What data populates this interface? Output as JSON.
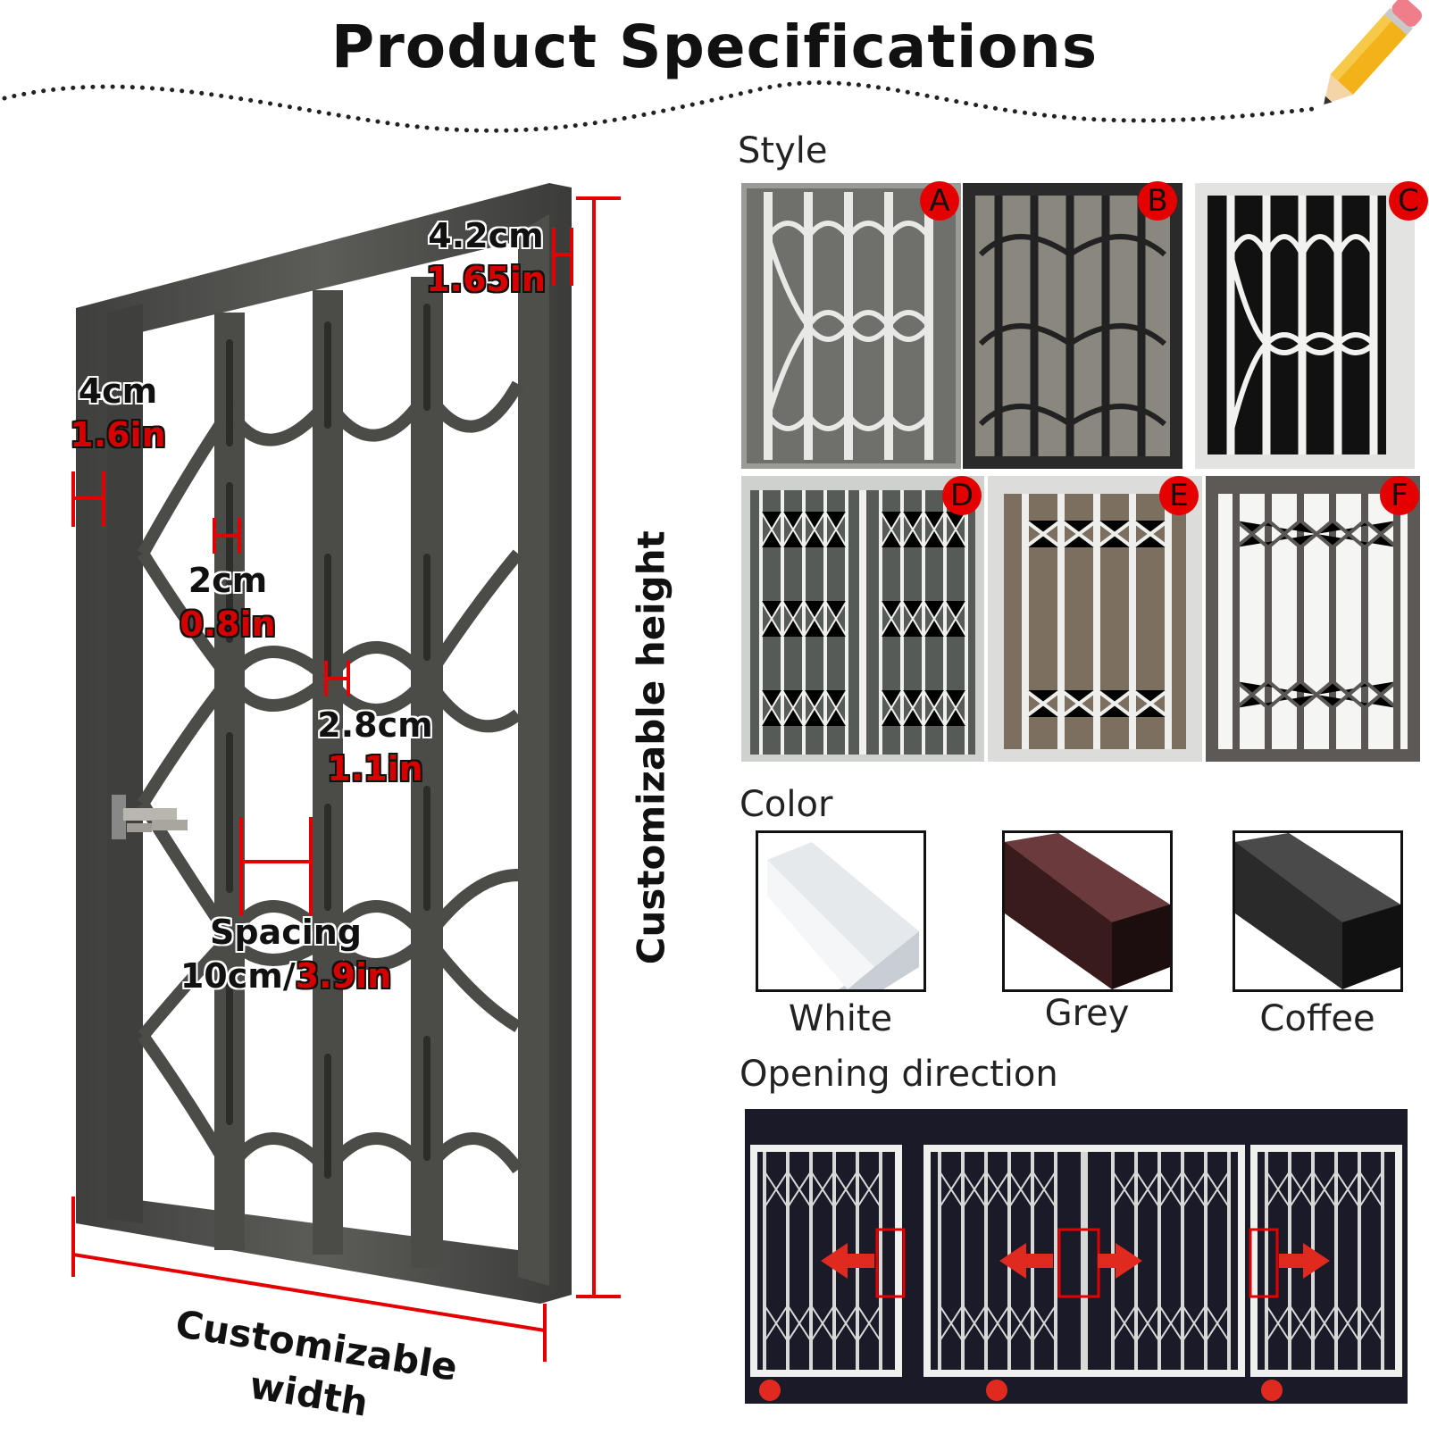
{
  "header": {
    "title": "Product Specifications",
    "pencil_icon": "pencil-icon"
  },
  "diagram": {
    "top_width_cm": "4.2cm",
    "top_width_in": "1.65in",
    "frame_width_cm": "4cm",
    "frame_width_in": "1.6in",
    "bar_width_cm": "2cm",
    "bar_width_in": "0.8in",
    "post_width_cm": "2.8cm",
    "post_width_in": "1.1in",
    "spacing_label": "Spacing",
    "spacing_cm": "10cm/",
    "spacing_in": "3.9in",
    "height_label": "Customizable height",
    "width_label": "Customizable width"
  },
  "style_section": {
    "label": "Style",
    "items": [
      {
        "letter": "A"
      },
      {
        "letter": "B"
      },
      {
        "letter": "C"
      },
      {
        "letter": "D"
      },
      {
        "letter": "E"
      },
      {
        "letter": "F"
      }
    ]
  },
  "color_section": {
    "label": "Color",
    "items": [
      {
        "name": "White",
        "hex": "#e6e9ec"
      },
      {
        "name": "Grey",
        "hex": "#3a1b1c"
      },
      {
        "name": "Coffee",
        "hex": "#2a2a2a"
      }
    ]
  },
  "opening_section": {
    "label": "Opening direction",
    "lock_icon": "lock-icon",
    "arrow_icon": "arrow-icon"
  },
  "colors": {
    "accent_red": "#e40000",
    "frame_grey": "#4a4a48"
  }
}
